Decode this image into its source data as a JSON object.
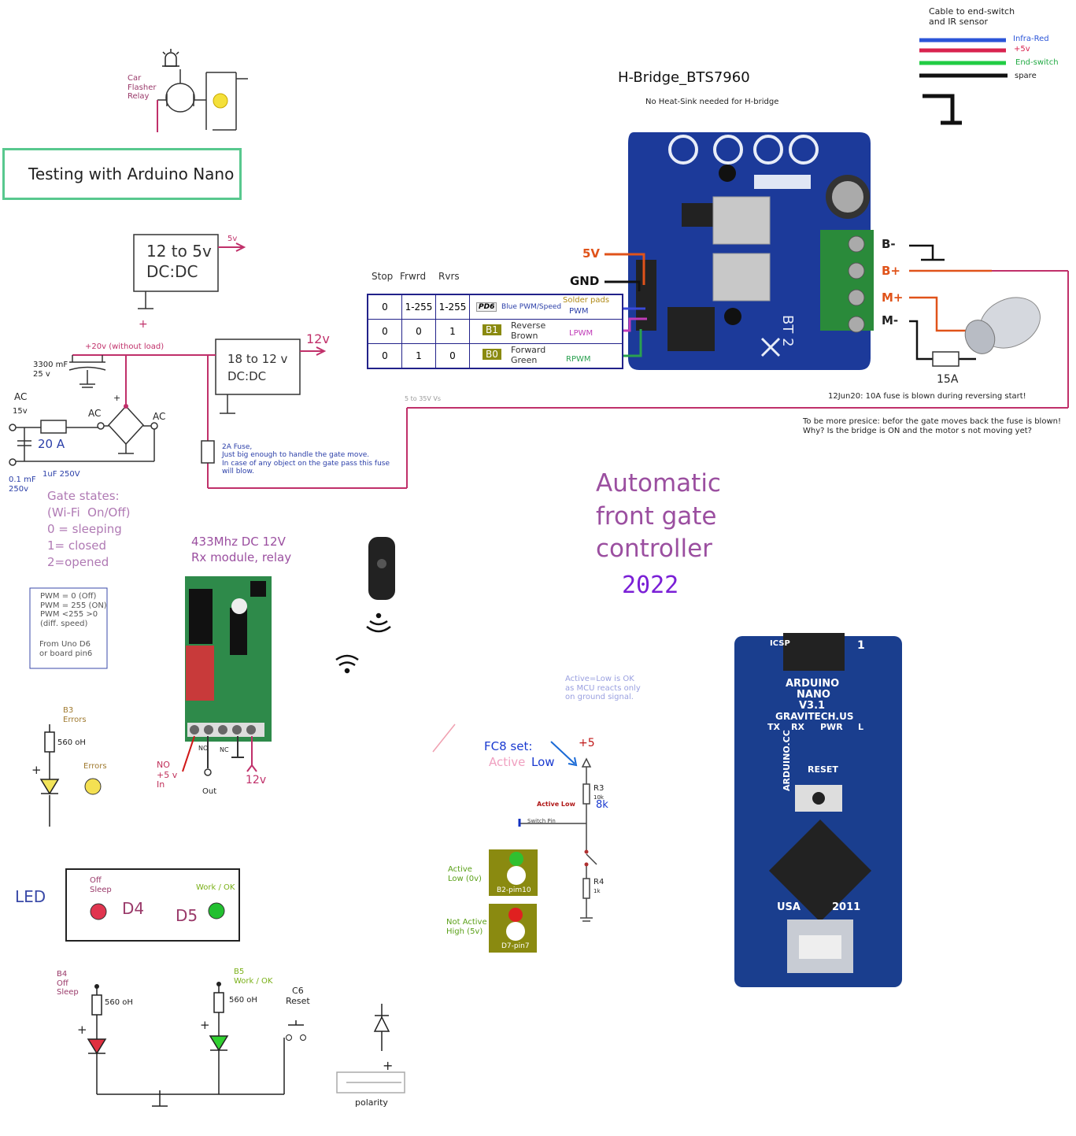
{
  "title": {
    "line1": "Automatic",
    "line2": "front gate",
    "line3": "controller",
    "year": "2022",
    "color": "#9b4fa0",
    "year_color": "#7a1fd6"
  },
  "testing_box": {
    "label": "Testing with Arduino Nano",
    "border_color": "#58c88e"
  },
  "flasher": {
    "label": "Car\nFlasher\nRelay"
  },
  "dcdc1": {
    "label": "12 to 5v\nDC:DC",
    "out": "5v"
  },
  "dcdc2": {
    "label": "18 to 12 v\nDC:DC",
    "out": "12v"
  },
  "psu": {
    "cap_big": "3300 mF\n25 v",
    "plus_top": "+",
    "rail_label": "+20v (without load)",
    "ac_left": "AC",
    "ac_15v": "15v",
    "fuse_20a": "20 A",
    "ac_mid": "AC",
    "ac_right": "AC",
    "plus_bridge": "+",
    "cap_small": "0.1 mF\n250v",
    "cap_1uf": "1uF 250V"
  },
  "fuse2a": {
    "text": "2A Fuse,\nJust big enough to handle the gate move.\nIn case of any object on the gate pass this fuse\nwill blow."
  },
  "vs_label": "5 to 35V Vs",
  "gate_states": {
    "text": "Gate states:\n(Wi-Fi  On/Off)\n0 = sleeping\n1= closed\n2=opened"
  },
  "rx_module": {
    "title": "433Mhz DC 12V\nRx module, relay",
    "no": "NO",
    "nc": "NC",
    "in_label": "NO\n+5 v\nIn",
    "out": "Out",
    "v12": "12v"
  },
  "pwm_box": {
    "text": "PWM = 0 (Off)\nPWM = 255 (ON)\nPWM <255 >0\n(diff. speed)",
    "note": "From Uno D6\nor board pin6"
  },
  "hbridge": {
    "title": "H-Bridge_BTS7960",
    "subtitle": "No Heat-Sink needed for H-bridge",
    "pin_5v": "5V",
    "pin_gnd": "GND",
    "b_minus": "B-",
    "b_plus": "B+",
    "m_plus": "M+",
    "m_minus": "M-",
    "fuse": "15A",
    "note1": "12Jun20: 10A fuse is blown during reversing start!",
    "note2": "To be more presice: befor the gate moves back the fuse is blown!\nWhy? Is the bridge is ON and the motor s not moving yet?",
    "board_label": "BT 2"
  },
  "control_table": {
    "headers": [
      "Stop",
      "Frwrd",
      "Rvrs"
    ],
    "rows": [
      {
        "stop": "0",
        "fwd": "1-255",
        "rev": "1-255",
        "pin": "PD6",
        "desc": "Blue PWM/Speed",
        "tag": "Solder pads",
        "signal": "PWM",
        "signal_color": "#2a3ea8"
      },
      {
        "stop": "0",
        "fwd": "0",
        "rev": "1",
        "pin": "B1",
        "desc": "Reverse\nBrown",
        "tag": "",
        "signal": "LPWM",
        "signal_color": "#c03cb8"
      },
      {
        "stop": "0",
        "fwd": "1",
        "rev": "0",
        "pin": "B0",
        "desc": "Forward\nGreen",
        "tag": "",
        "signal": "RPWM",
        "signal_color": "#2aa050"
      }
    ]
  },
  "cable": {
    "title": "Cable to end-switch\nand IR sensor",
    "wires": [
      {
        "label": "Infra-Red",
        "color": "#2b55d8"
      },
      {
        "label": "+5v",
        "color": "#d8234f"
      },
      {
        "label": "End-switch",
        "color": "#22cc44"
      },
      {
        "label": "spare",
        "color": "#111111"
      }
    ]
  },
  "b3": {
    "label": "B3\nErrors",
    "resistor": "560 oH",
    "errors": "Errors",
    "plus": "+"
  },
  "led_box": {
    "led": "LED",
    "off_sleep": "Off\nSleep",
    "d4": "D4",
    "d5": "D5",
    "work_ok": "Work / OK"
  },
  "b4": {
    "label": "B4\nOff\nSleep",
    "resistor": "560 oH",
    "plus": "+"
  },
  "b5": {
    "label": "B5\nWork / OK",
    "resistor": "560 oH",
    "plus": "+"
  },
  "c6": {
    "label": "C6\nReset"
  },
  "polarity": {
    "label": "polarity",
    "plus": "+"
  },
  "switch_circuit": {
    "note": "Active=Low is OK\nas MCU reacts only\non ground signal.",
    "fc8": "FC8 set:",
    "active": "Active",
    "low": "Low",
    "v5": "+5",
    "r3": "R3",
    "r3_val": "10k",
    "r3_alt": "8k",
    "active_low": "Active Low",
    "switch_pin": "Switch Pin",
    "r4": "R4",
    "r4_val": "1k",
    "active_low_0v": "Active\nLow (0v)",
    "not_active": "Not Active\nHigh (5v)",
    "b2": "B2-pim10",
    "d7": "D7-pin7"
  },
  "nano": {
    "line1": "ARDUINO",
    "line2": "NANO",
    "line3": "V3.1",
    "line4": "GRAVITECH.US",
    "usa": "USA",
    "year": "2011",
    "reset": "RESET",
    "tx": "TX",
    "rx": "RX",
    "pwr": "PWR",
    "l": "L",
    "side": "ARDUINO.CC",
    "icsp": "ICSP",
    "one": "1"
  }
}
